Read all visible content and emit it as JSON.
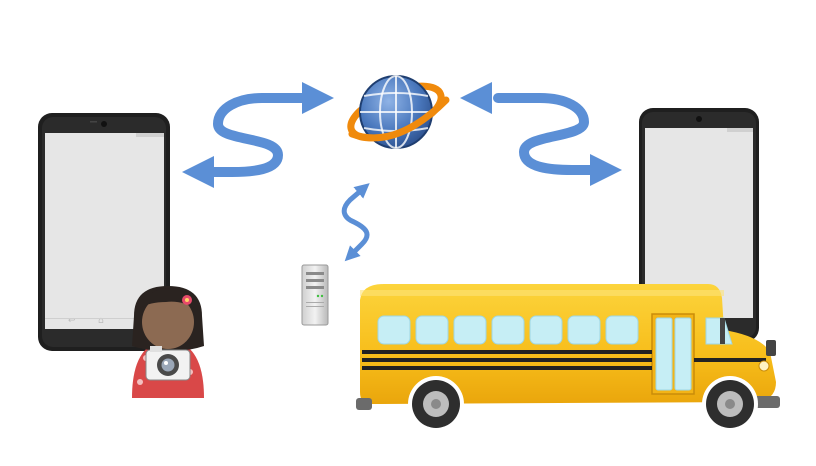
{
  "diagram": {
    "nodes": [
      {
        "id": "phone-left",
        "kind": "smartphone",
        "icon": "smartphone-icon"
      },
      {
        "id": "phone-right",
        "kind": "smartphone",
        "icon": "smartphone-icon"
      },
      {
        "id": "internet",
        "kind": "globe",
        "icon": "globe-icon"
      },
      {
        "id": "server",
        "kind": "server",
        "icon": "server-tower-icon"
      },
      {
        "id": "student",
        "kind": "person-with-camera",
        "icon": "photographer-icon"
      },
      {
        "id": "school-bus",
        "kind": "vehicle",
        "icon": "school-bus-icon"
      }
    ],
    "connections": [
      {
        "from": "internet",
        "to": "phone-left",
        "style": "wavy-arrow"
      },
      {
        "from": "phone-right",
        "to": "internet",
        "style": "wavy-arrow"
      },
      {
        "from": "server",
        "to": "internet",
        "style": "wavy-double-arrow"
      }
    ]
  },
  "colors": {
    "arrow": "#5b8fd6",
    "phone_body": "#1f1f1f",
    "phone_screen": "#e6e6e6",
    "bus_yellow": "#f7bd1a",
    "globe_blue": "#3a66a8",
    "globe_ring": "#f08a0c"
  }
}
